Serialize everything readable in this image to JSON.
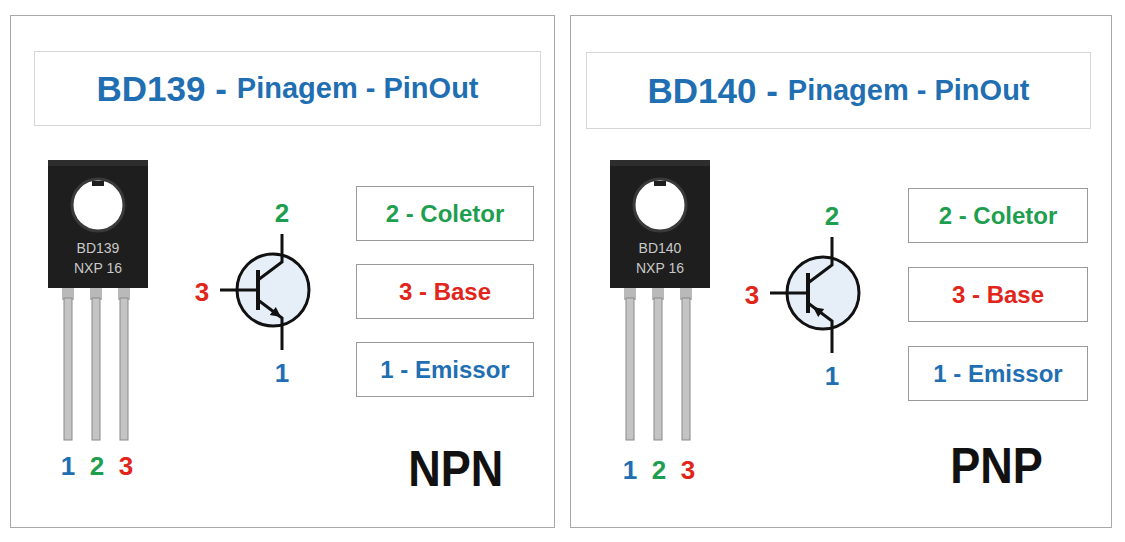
{
  "diagram": {
    "nodes": [
      {
        "text": [
          "NPN"
        ]
      },
      {
        "text": [
          "BD139 -",
          "Pinagem - PinOut"
        ],
        "in": 0
      },
      {
        "text": [
          "2 - Coletor"
        ],
        "in": 0
      },
      {
        "text": [
          "3 - Base"
        ],
        "in": 0
      },
      {
        "text": [
          "1 - Emissor"
        ],
        "in": 0
      },
      {
        "text": [
          "PNP"
        ]
      },
      {
        "text": [
          "BD140 -",
          "Pinagem - PinOut"
        ],
        "in": 5
      },
      {
        "text": [
          "2 - Coletor"
        ],
        "in": 5
      },
      {
        "text": [
          "3 - Base"
        ],
        "in": 5
      },
      {
        "text": [
          "1 - Emissor"
        ],
        "in": 5
      }
    ],
    "labels": [
      "BD139",
      "NXP 16",
      "1",
      "2",
      "3",
      "2",
      "3",
      "1",
      "BD140",
      "NXP 16",
      "1",
      "2",
      "3",
      "2",
      "3",
      "1"
    ]
  }
}
